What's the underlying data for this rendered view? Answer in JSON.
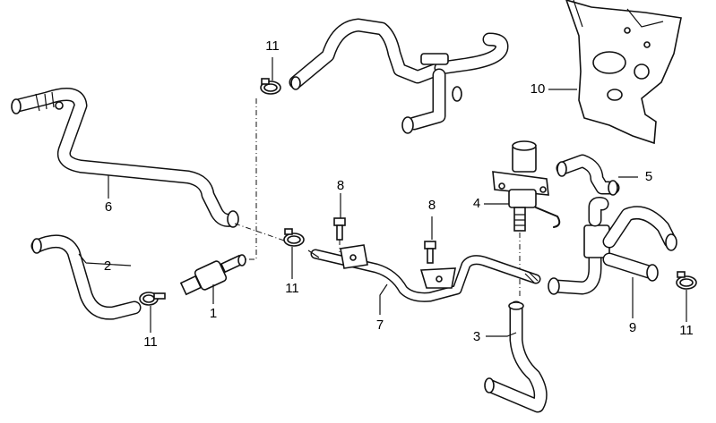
{
  "diagram": {
    "callouts": [
      {
        "id": "c1",
        "text": "1"
      },
      {
        "id": "c2",
        "text": "2"
      },
      {
        "id": "c3",
        "text": "3"
      },
      {
        "id": "c4",
        "text": "4"
      },
      {
        "id": "c5",
        "text": "5"
      },
      {
        "id": "c6",
        "text": "6"
      },
      {
        "id": "c7",
        "text": "7"
      },
      {
        "id": "c8a",
        "text": "8"
      },
      {
        "id": "c8b",
        "text": "8"
      },
      {
        "id": "c9",
        "text": "9"
      },
      {
        "id": "c10",
        "text": "10"
      },
      {
        "id": "c11a",
        "text": "11"
      },
      {
        "id": "c11b",
        "text": "11"
      },
      {
        "id": "c11c",
        "text": "11"
      },
      {
        "id": "c11d",
        "text": "11"
      }
    ]
  }
}
